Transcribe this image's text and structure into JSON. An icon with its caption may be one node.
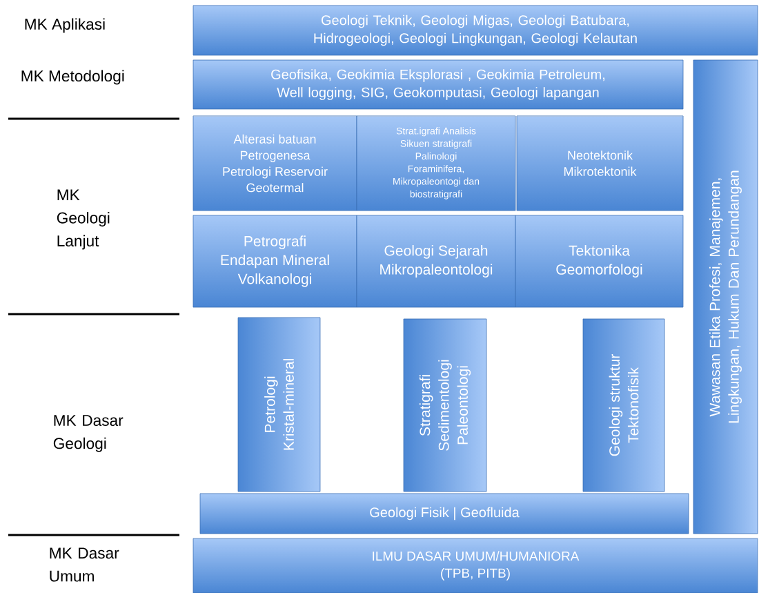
{
  "diagram": {
    "nodes": [
      {
        "text": [
          "Geologi Teknik, Geologi Migas, Geologi Batubara, Hidrogeologi, Geologi Lingkungan, Geologi Kelautan"
        ]
      },
      {
        "text": [
          "Geofisika, Geokimia Eksplorasi , Geokimia Petroleum, Well logging, SIG, Geokomputasi, Geologi lapangan"
        ]
      },
      {
        "text": [
          "Alterasi batuan",
          "Petrogenesa",
          "Petrologi Reservoir",
          "Geotermal"
        ]
      },
      {
        "text": [
          "Strat.igrafi Analisis",
          "Sikuen stratigrafi",
          "Palinologi",
          "Foraminifera,",
          "Mikropaleontogi dan",
          "biostratigrafi"
        ]
      },
      {
        "text": [
          "Neotektonik",
          "Mikrotektonik"
        ]
      },
      {
        "text": [
          "Petrografi",
          "Endapan Mineral",
          "Volkanologi"
        ]
      },
      {
        "text": [
          "Geologi Sejarah",
          "Mikropaleontologi"
        ]
      },
      {
        "text": [
          "Tektonika",
          "Geomorfologi"
        ]
      },
      {
        "text": [
          "Petrologi",
          "Kristal-mineral"
        ]
      },
      {
        "text": [
          "Stratigrafi",
          "Sedimentologi",
          "Paleontologi"
        ]
      },
      {
        "text": [
          "Geologi struktur",
          "Tektonofisik"
        ]
      },
      {
        "text": [
          "Geologi Fisik | Geofluida"
        ]
      },
      {
        "text": [
          "ILMU DASAR UMUM/HUMANIORA",
          "(TPB, PITB)"
        ]
      },
      {
        "text": [
          "Wawasan Etika Profesi, Manajemen, Lingkungan, Hukum Dan Perundangan"
        ]
      }
    ],
    "labels": [
      "MK Aplikasi",
      "MK Metodologi",
      "MK Geologi Lanjut",
      "MK Dasar Geologi",
      "MK Dasar Umum"
    ]
  }
}
